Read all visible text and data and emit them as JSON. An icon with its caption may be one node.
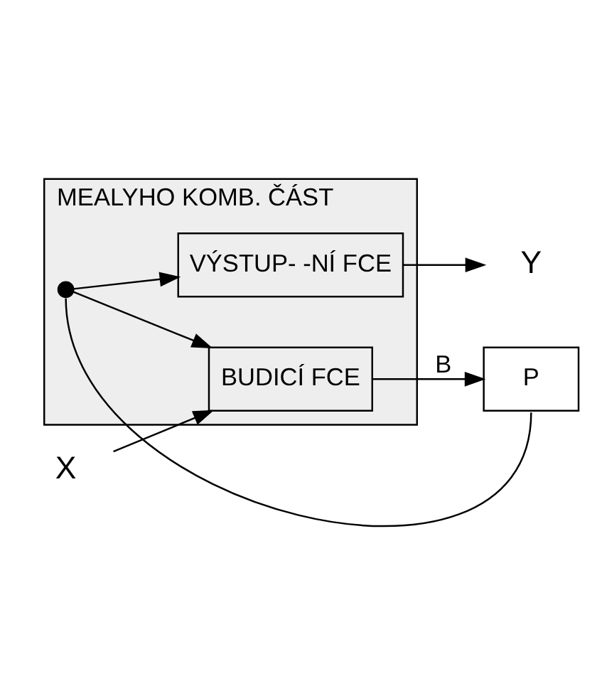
{
  "diagram": {
    "nodes": [
      {
        "text": [
          "MEALYHO KOMB. ČÁST"
        ]
      },
      {
        "text": [
          "VÝSTUP- -NÍ FCE"
        ],
        "in": 0
      },
      {
        "text": [
          "BUDICÍ FCE"
        ],
        "in": 0
      },
      {
        "text": [],
        "shape": "circle",
        "in": 0
      },
      {
        "text": [
          "X"
        ]
      },
      {
        "text": [
          "Y"
        ]
      },
      {
        "text": [
          "P"
        ]
      }
    ],
    "edges": [
      {
        "from": 4,
        "to": 2,
        "arrow": "to"
      },
      {
        "from": 1,
        "to": 5,
        "arrow": "to"
      },
      {
        "from": 2,
        "to": 6,
        "label": "B",
        "arrow": "to"
      },
      {
        "from": 6,
        "to": 3,
        "arrow": "none"
      },
      {
        "from": 3,
        "to": 1,
        "arrow": "to"
      },
      {
        "from": 3,
        "to": 2,
        "arrow": "to"
      }
    ]
  }
}
